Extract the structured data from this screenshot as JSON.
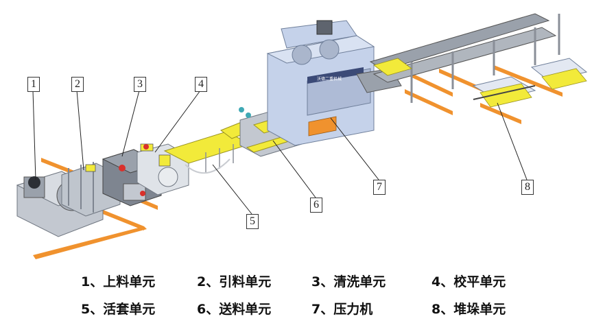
{
  "callouts": [
    "1",
    "2",
    "3",
    "4",
    "5",
    "6",
    "7",
    "8"
  ],
  "press_label": "沃德二重机械",
  "legend": [
    "1、上料单元",
    "2、引料单元",
    "3、清洗单元",
    "4、校平单元",
    "5、活套单元",
    "6、送料单元",
    "7、压力机",
    "8、堆垛单元"
  ],
  "colors": {
    "floor_rail": "#f0922e",
    "machine_body": "#b8bec8",
    "machine_dark": "#7e8590",
    "press_blue": "#c5d2ea",
    "conveyor_yellow": "#f2ea3a",
    "accent_red": "#d9302b",
    "accent_teal": "#3fa9b5"
  }
}
